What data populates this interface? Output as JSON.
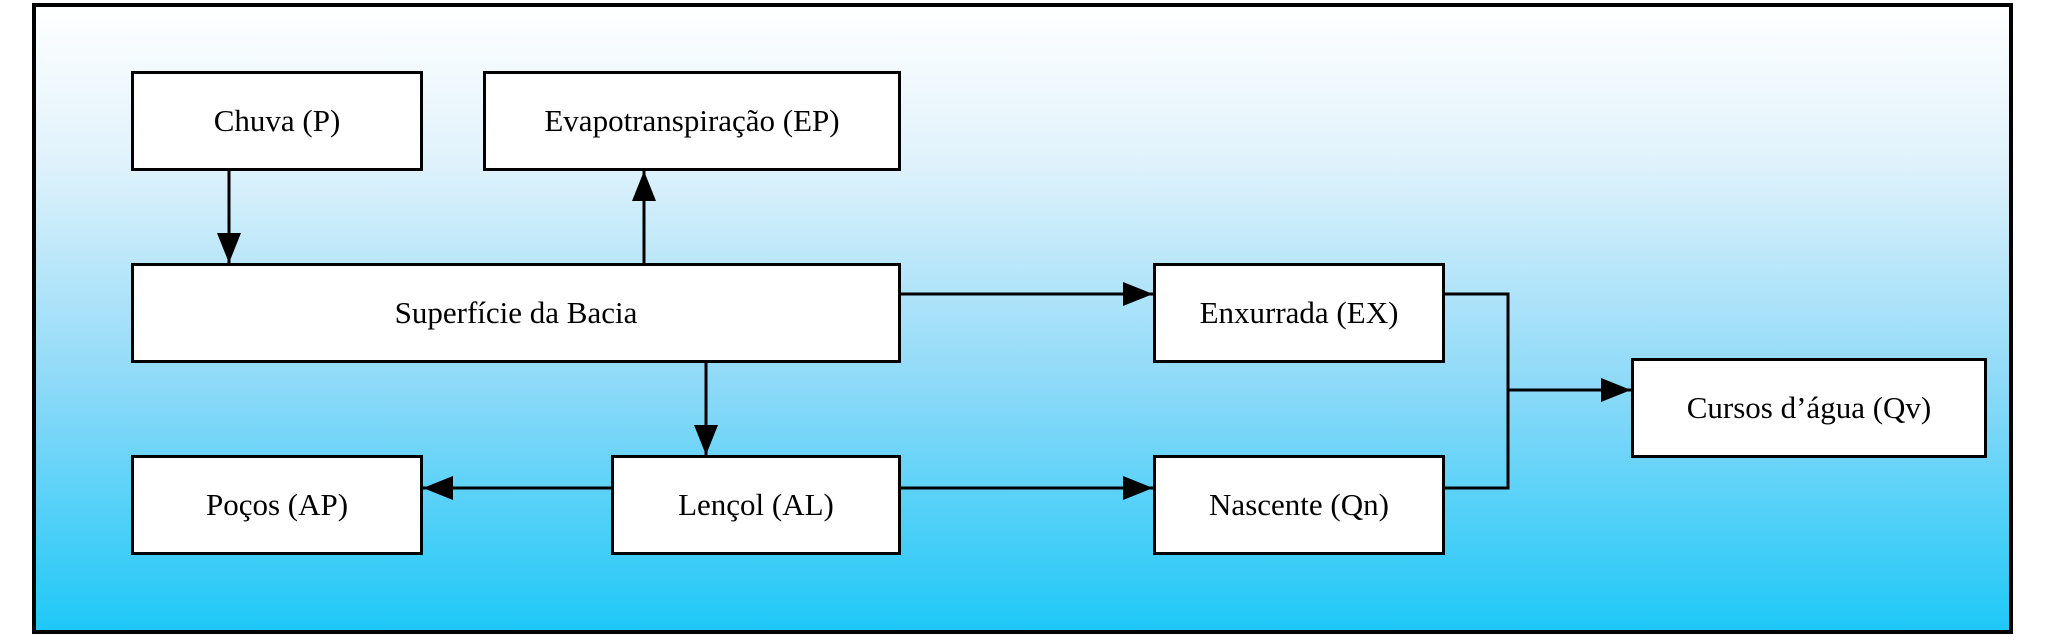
{
  "diagram": {
    "nodes": {
      "chuva": "Chuva (P)",
      "evapotranspiracao": "Evapotranspiração (EP)",
      "superficie": "Superfície da Bacia",
      "enxurrada": "Enxurrada (EX)",
      "cursos": "Cursos d’água (Qv)",
      "pocos": "Poços (AP)",
      "lencol": "Lençol (AL)",
      "nascente": "Nascente (Qn)"
    },
    "edges": [
      {
        "from": "chuva",
        "to": "superficie"
      },
      {
        "from": "superficie",
        "to": "evapotranspiracao"
      },
      {
        "from": "superficie",
        "to": "enxurrada"
      },
      {
        "from": "superficie",
        "to": "lencol"
      },
      {
        "from": "lencol",
        "to": "pocos"
      },
      {
        "from": "lencol",
        "to": "nascente"
      },
      {
        "from": "enxurrada",
        "to": "cursos"
      },
      {
        "from": "nascente",
        "to": "cursos"
      }
    ]
  }
}
